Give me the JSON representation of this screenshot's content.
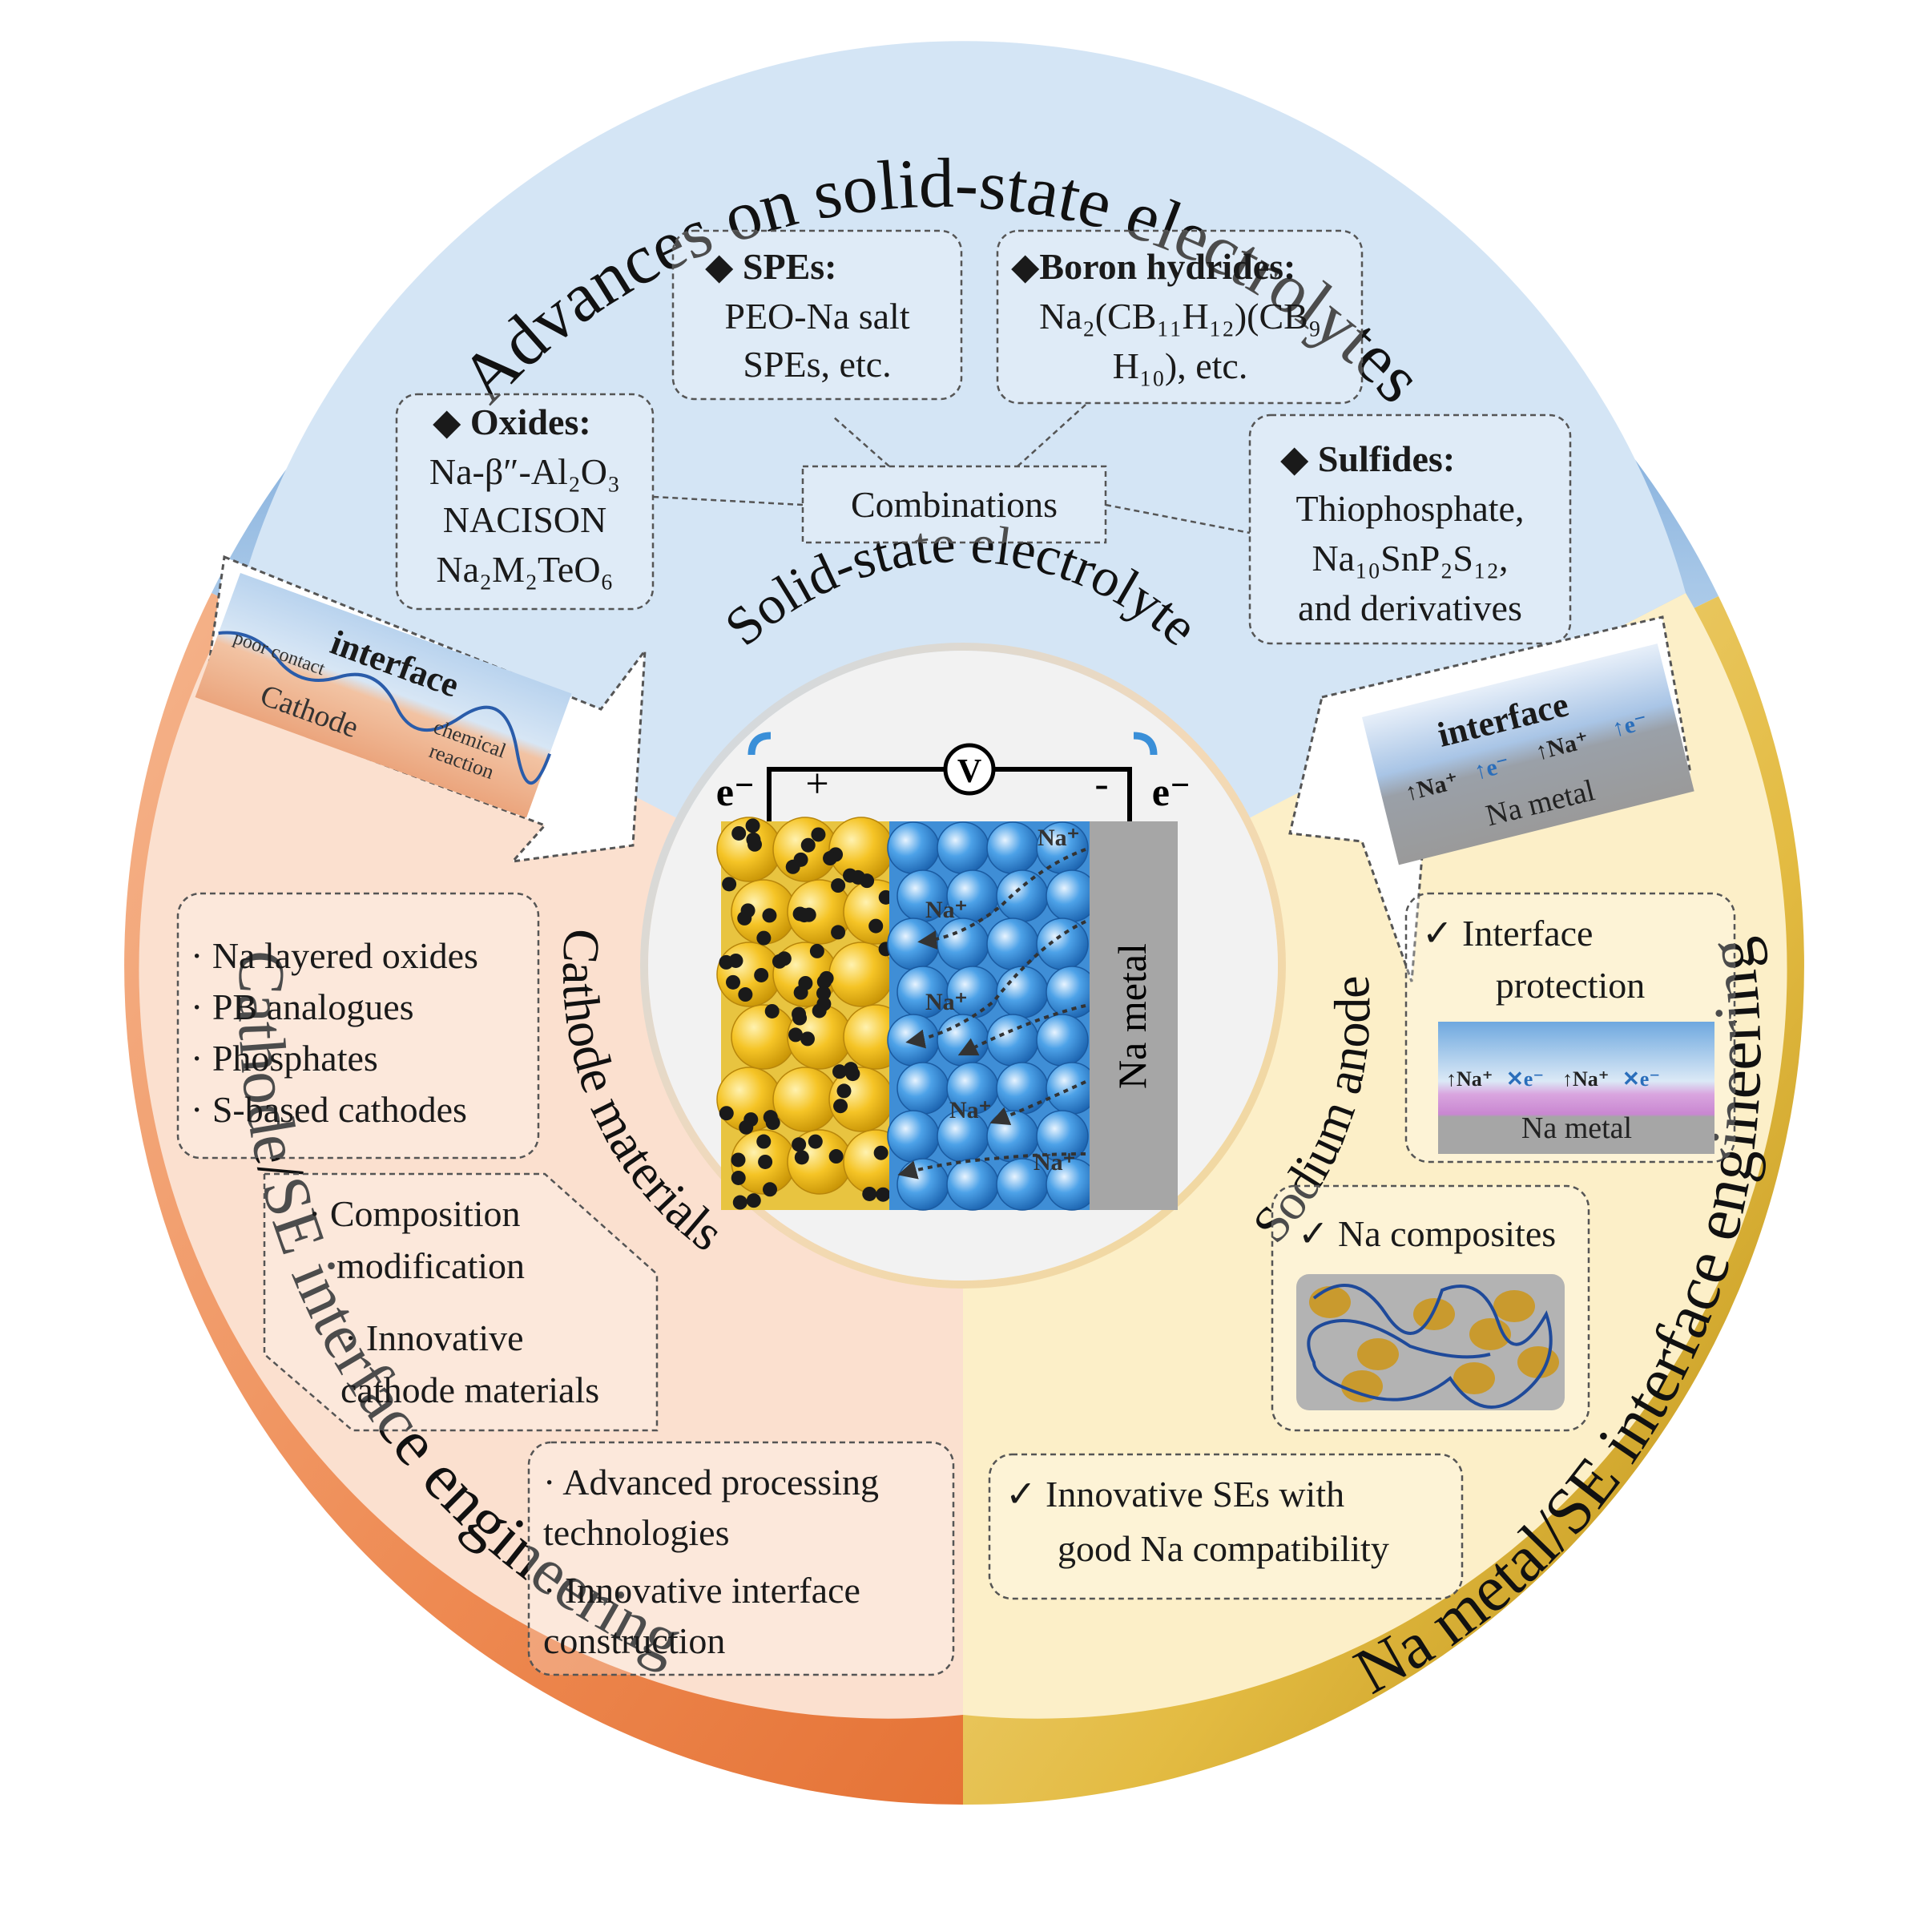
{
  "sections": {
    "top_title": "Advances on solid-state electrolytes",
    "left_title": "Cathode/SE interface engineering",
    "right_title": "Na metal/SE interface engineering"
  },
  "inner_ring": {
    "top": "Solid-state electrolyte",
    "left": "Cathode materials",
    "right": "Sodium anode"
  },
  "cell": {
    "voltmeter": "V",
    "plus": "+",
    "minus": "-",
    "electron_left": "e⁻",
    "electron_right": "e⁻",
    "na_metal": "Na metal",
    "na_ion": "Na⁺"
  },
  "electrolytes": {
    "spes": {
      "title": "SPEs:",
      "line1": "PEO-Na salt",
      "line2": "SPEs, etc."
    },
    "boron": {
      "title": "Boron hydrides:",
      "line1": "Na₂(CB₁₁H₁₂)(CB₉",
      "line2": "H₁₀), etc."
    },
    "oxides": {
      "title": "Oxides:",
      "line1": "Na-β″-Al₂O₃",
      "line2": "NACISON",
      "line3": "Na₂M₂TeO₆"
    },
    "sulfides": {
      "title": "Sulfides:",
      "line1": "Thiophosphate,",
      "line2": "Na₁₀SnP₂S₁₂,",
      "line3": "and derivatives"
    },
    "combinations": "Combinations"
  },
  "cathode_interface": {
    "interface": "interface",
    "poor_contact": "poor contact",
    "chemical": "chemical",
    "reaction": "reaction",
    "cathode": "Cathode"
  },
  "anode_interface": {
    "interface": "interface",
    "na_ion": "Na⁺",
    "electron": "e⁻",
    "na_metal": "Na metal"
  },
  "cathode_list": {
    "items": [
      "· Na layered oxides",
      "· PB analogues",
      "· Phosphates",
      "· S-based cathodes"
    ]
  },
  "composition_box": {
    "line1": "· Composition",
    "line2": "modification",
    "line3": "· Innovative",
    "line4": "cathode materials"
  },
  "processing_box": {
    "line1": "· Advanced processing",
    "line2": "technologies",
    "line3": "· Innovative interface",
    "line4": "construction"
  },
  "protection_box": {
    "title1": "✓  Interface",
    "title2": "protection",
    "na_metal": "Na metal",
    "na_ion": "Na⁺",
    "electron": "e⁻"
  },
  "composites_box": {
    "title": "✓  Na composites"
  },
  "innovative_ses_box": {
    "line1": "✓   Innovative SEs with",
    "line2": "good Na compatibility"
  },
  "colors": {
    "blue_ring": "#5b9bd5",
    "orange_ring": "#ed7d31",
    "gold_ring": "#c9a227",
    "cathode_particle": "#f2c12e",
    "electrolyte_particle": "#3a8fd8",
    "na_metal": "#a6a6a6"
  }
}
